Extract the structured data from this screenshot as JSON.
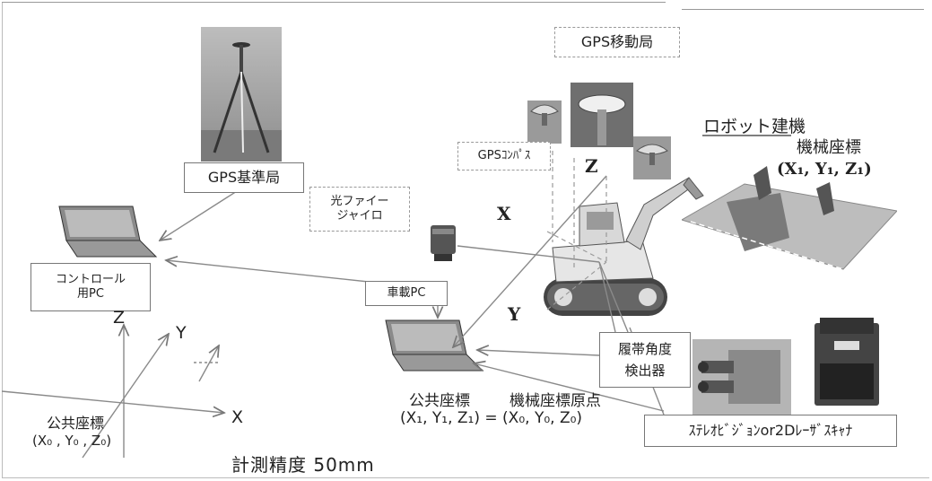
{
  "labels": {
    "gps_mobile": "GPS移動局",
    "gps_base": "GPS基準局",
    "gps_compass": "GPSｺﾝﾊﾟｽ",
    "robot_machine": "ロボット建機",
    "machine_coords_title": "機械座標",
    "machine_coords_vars": "(X₁, Y₁, Z₁)",
    "fiber_gyro_line1": "光ファイー",
    "fiber_gyro_line2": "ジャイロ",
    "control_pc_line1": "コントロール",
    "control_pc_line2": "用PC",
    "onboard_pc": "車載PC",
    "track_angle_line1": "履帯角度",
    "track_angle_line2": "検出器",
    "stereo_vision": "ｽﾃﾚｵﾋﾞｼﾞｮﾝor2Dﾚｰｻﾞｽｷｬﾅ",
    "public_coords": "公共座標",
    "machine_origin": "機械座標原点",
    "equation": "(X₁, Y₁, Z₁) = (X₀, Y₀, Z₀)",
    "public_coords_bottom": "公共座標",
    "public_coords_bottom_vars": "(X₀ , Y₀ , Z₀)",
    "accuracy": "計測精度 50mm"
  },
  "axes": {
    "left": {
      "z": "Z",
      "y": "Y",
      "x": "X"
    },
    "machine": {
      "z": "Z",
      "x": "X",
      "y": "Y"
    }
  },
  "colors": {
    "line": "#8a8a8a",
    "box_border": "#777777",
    "text": "#222222"
  }
}
